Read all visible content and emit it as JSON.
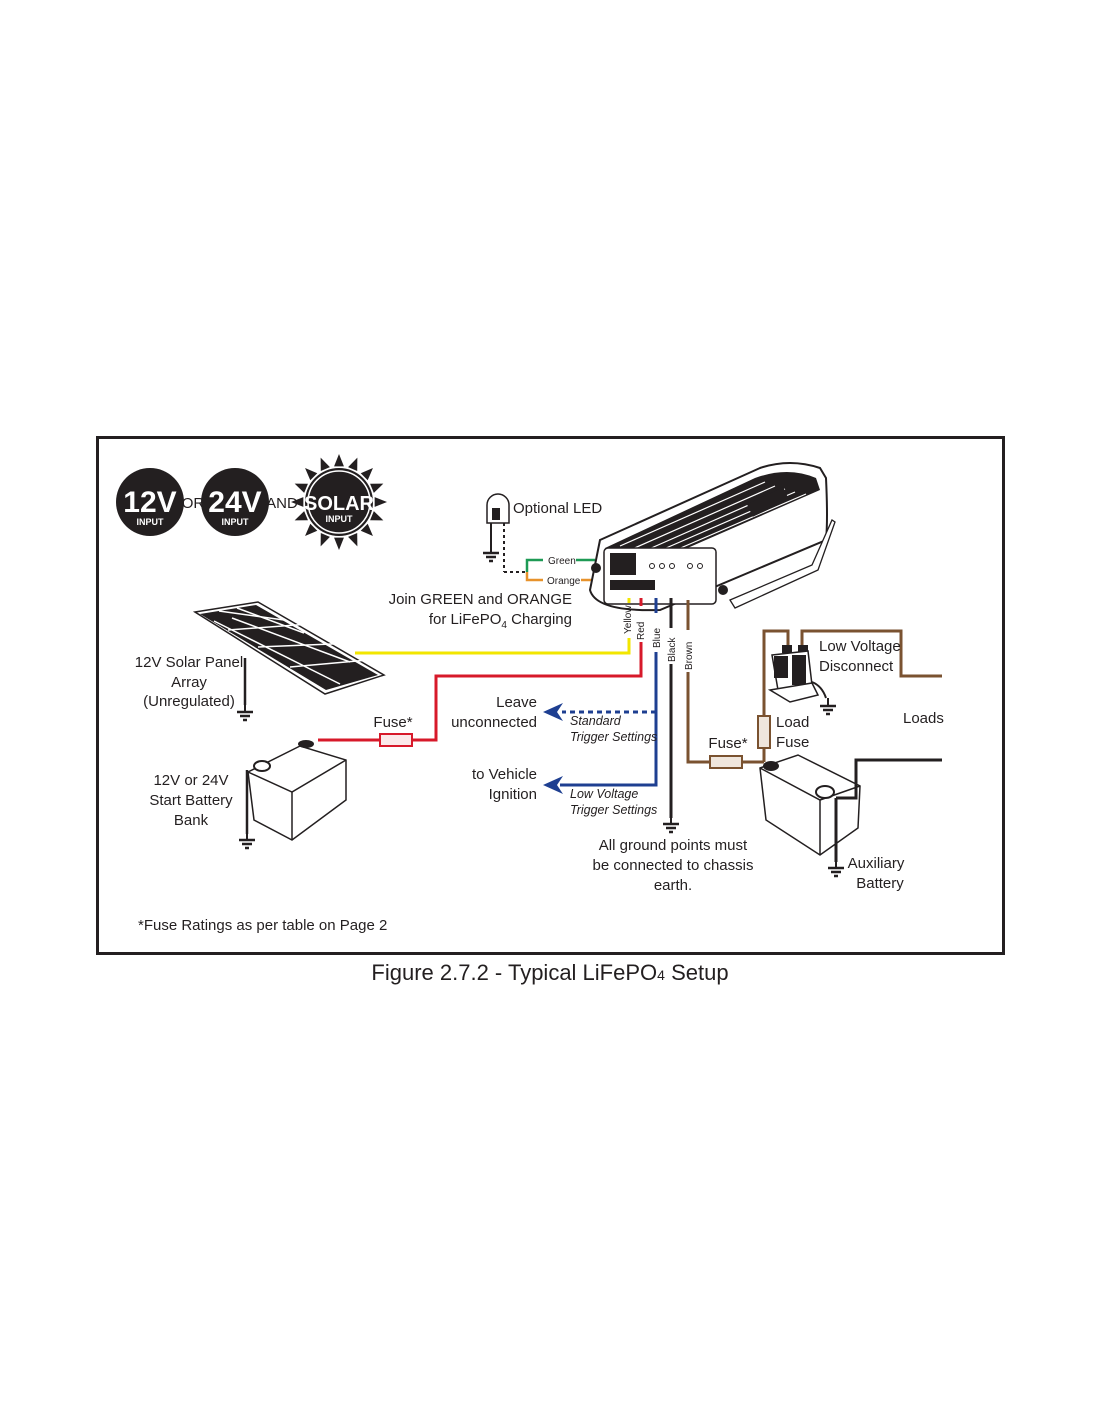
{
  "badges": {
    "b12v": {
      "main": "12V",
      "sub": "INPUT"
    },
    "or": "OR",
    "b24v": {
      "main": "24V",
      "sub": "INPUT"
    },
    "and": "AND",
    "solar": {
      "main": "SOLAR",
      "sub": "INPUT"
    }
  },
  "led": {
    "label": "Optional LED"
  },
  "wires_top": {
    "green": "Green",
    "orange": "Orange"
  },
  "join_note": {
    "line1": "Join GREEN and ORANGE",
    "line2_pre": "for LiFePO",
    "line2_sub": "4",
    "line2_post": " Charging"
  },
  "device_wires": [
    "Yellow",
    "Red",
    "Blue",
    "Black",
    "Brown"
  ],
  "solar_panel": {
    "line1": "12V Solar Panel",
    "line2": "Array",
    "line3": "(Unregulated)"
  },
  "start_battery": {
    "line1": "12V or 24V",
    "line2": "Start Battery",
    "line3": "Bank"
  },
  "fuse_left": "Fuse*",
  "leave": {
    "line1": "Leave",
    "line2": "unconnected",
    "trig1": "Standard",
    "trig2": "Trigger Settings"
  },
  "ignition": {
    "line1": "to Vehicle",
    "line2": "Ignition",
    "trig1": "Low Voltage",
    "trig2": "Trigger Settings"
  },
  "ground_note": {
    "line1": "All ground points must",
    "line2": "be connected to chassis",
    "line3": "earth."
  },
  "lvd": {
    "line1": "Low Voltage",
    "line2": "Disconnect"
  },
  "loads": "Loads",
  "load_fuse": {
    "line1": "Load",
    "line2": "Fuse"
  },
  "fuse_right": "Fuse*",
  "aux_battery": {
    "line1": "Auxiliary",
    "line2": "Battery"
  },
  "footnote": "*Fuse Ratings as per table on Page 2",
  "caption": {
    "pre": "Figure 2.7.2 - Typical LiFePO",
    "sub": "4",
    "post": " Setup"
  },
  "colors": {
    "yellow": "#f2e600",
    "red": "#d7192a",
    "blue": "#1e3f91",
    "black": "#231f20",
    "brown": "#7a5230",
    "green": "#1e9a55",
    "orange": "#e7922b"
  }
}
